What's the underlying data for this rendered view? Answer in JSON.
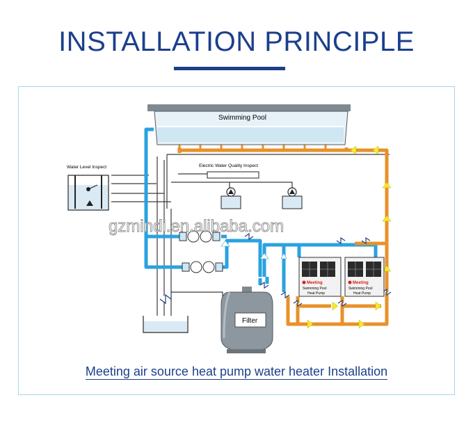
{
  "header": {
    "title": "INSTALLATION PRINCIPLE"
  },
  "diagram": {
    "pool_label": "Swimming Pool",
    "water_level_label": "Water Level Inspect",
    "quality_label": "Electric Water Quality Inspect",
    "watermark": "gzmindi.en.alibaba.com",
    "filter_label": "Filter",
    "heat_pumps": [
      {
        "brand": "Meeting",
        "line1": "Swimming Pool",
        "line2": "Heat Pump"
      },
      {
        "brand": "Meeting",
        "line1": "Swimming Pool",
        "line2": "Heat Pump"
      }
    ],
    "colors": {
      "cold_pipe": "#2aa2e0",
      "hot_pipe": "#e8912a",
      "flow_arrow": "#f6ea2a",
      "control_line": "#3a3a3a",
      "title_blue": "#1c3f8c"
    }
  },
  "caption": "Meeting air source heat pump water heater Installation"
}
